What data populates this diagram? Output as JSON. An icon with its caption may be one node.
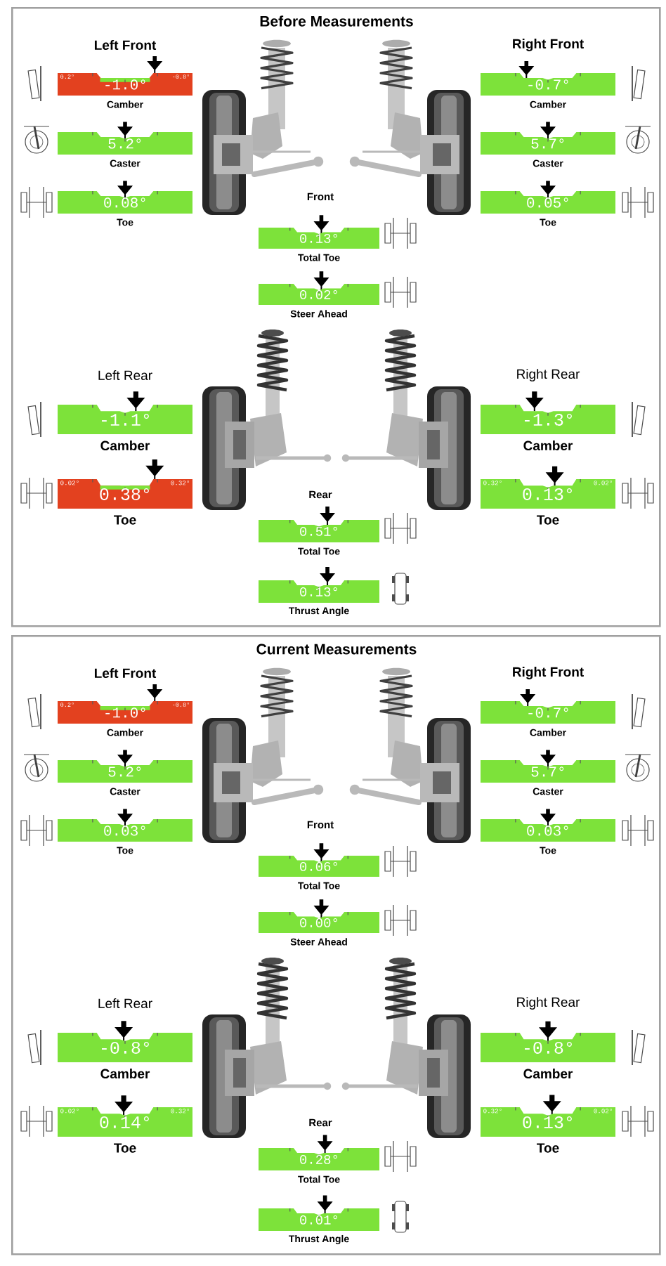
{
  "diagram": {
    "nodes": [
      {
        "text": [
          "Before Measurements"
        ]
      },
      {
        "text": [
          "0.2°",
          "-0.8°",
          "-1.0°"
        ],
        "beside": [
          "Camber"
        ],
        "in": 0
      },
      {
        "text": [
          "-0.7°"
        ],
        "beside": [
          "Camber"
        ],
        "in": 0
      },
      {
        "text": [
          "5.2°"
        ],
        "beside": [
          "Caster"
        ],
        "in": 0
      },
      {
        "text": [
          "5.7°"
        ],
        "beside": [
          "Caster"
        ],
        "in": 0
      },
      {
        "text": [
          "0.08°"
        ],
        "beside": [
          "Toe"
        ],
        "in": 0
      },
      {
        "text": [
          "0.05°"
        ],
        "beside": [
          "Toe"
        ],
        "in": 0
      },
      {
        "text": [
          "0.13°"
        ],
        "beside": [
          "Total Toe"
        ],
        "in": 0
      },
      {
        "text": [
          "0.02°"
        ],
        "beside": [
          "Steer Ahead"
        ],
        "in": 0
      },
      {
        "text": [
          "-1.1°"
        ],
        "beside": [
          "Camber"
        ],
        "in": 0
      },
      {
        "text": [
          "-1.3°"
        ],
        "beside": [
          "Camber"
        ],
        "in": 0
      },
      {
        "text": [
          "0.02°",
          "0.32°",
          "0.38°"
        ],
        "beside": [
          "Toe"
        ],
        "in": 0
      },
      {
        "text": [
          "0.32°",
          "0.02°",
          "0.13°"
        ],
        "beside": [
          "Toe"
        ],
        "in": 0
      },
      {
        "text": [
          "0.51°"
        ],
        "beside": [
          "Total Toe"
        ],
        "in": 0
      },
      {
        "text": [
          "0.13°"
        ],
        "beside": [
          "Thrust Angle"
        ],
        "in": 0
      },
      {
        "text": [
          "Current Measurements"
        ]
      },
      {
        "text": [
          "0.2°",
          "-0.8°",
          "-1.0°"
        ],
        "beside": [
          "Camber"
        ],
        "in": 15
      },
      {
        "text": [
          "-0.7°"
        ],
        "beside": [
          "Camber"
        ],
        "in": 15
      },
      {
        "text": [
          "5.2°"
        ],
        "beside": [
          "Caster"
        ],
        "in": 15
      },
      {
        "text": [
          "5.7°"
        ],
        "beside": [
          "Caster"
        ],
        "in": 15
      },
      {
        "text": [
          "0.03°"
        ],
        "beside": [
          "Toe"
        ],
        "in": 15
      },
      {
        "text": [
          "0.03°"
        ],
        "beside": [
          "Toe"
        ],
        "in": 15
      },
      {
        "text": [
          "0.06°"
        ],
        "beside": [
          "Total Toe"
        ],
        "in": 15
      },
      {
        "text": [
          "0.00°"
        ],
        "beside": [
          "Steer Ahead"
        ],
        "in": 15
      },
      {
        "text": [
          "-0.8°"
        ],
        "beside": [
          "Camber"
        ],
        "in": 15
      },
      {
        "text": [
          "-0.8°"
        ],
        "beside": [
          "Camber"
        ],
        "in": 15
      },
      {
        "text": [
          "0.02°",
          "0.32°",
          "0.14°"
        ],
        "beside": [
          "Toe"
        ],
        "in": 15
      },
      {
        "text": [
          "0.32°",
          "0.02°",
          "0.13°"
        ],
        "beside": [
          "Toe"
        ],
        "in": 15
      },
      {
        "text": [
          "0.28°"
        ],
        "beside": [
          "Total Toe"
        ],
        "in": 15
      },
      {
        "text": [
          "0.01°"
        ],
        "beside": [
          "Thrust Angle"
        ],
        "in": 15
      }
    ],
    "labels": [
      "Left Front",
      "Right Front",
      "Front",
      "Left Rear",
      "Right Rear",
      "Rear",
      "Left Front",
      "Right Front",
      "Front",
      "Left Rear",
      "Right Rear",
      "Rear"
    ]
  }
}
